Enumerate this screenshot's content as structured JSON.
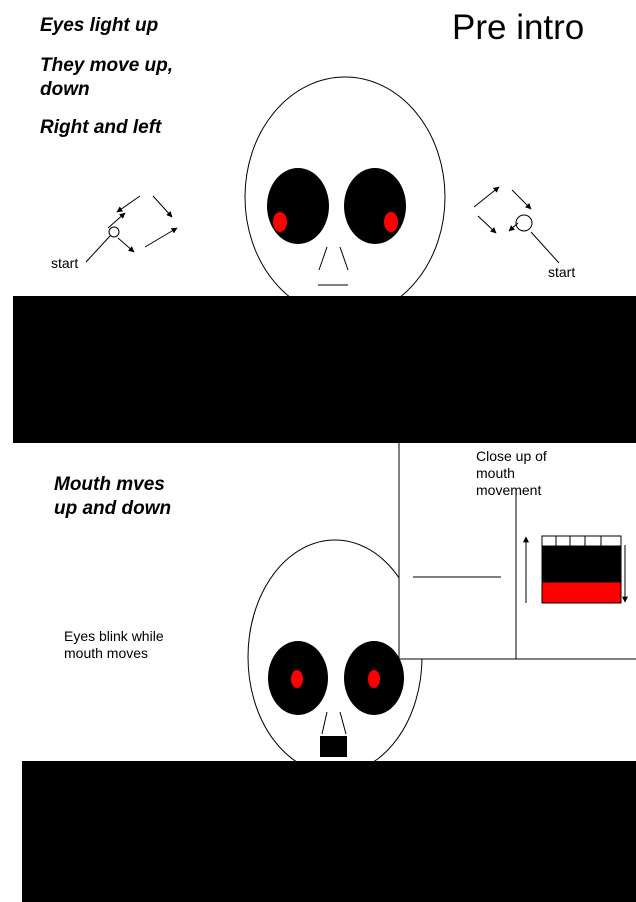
{
  "panel1": {
    "title": "Pre intro",
    "note_eyes_light": "Eyes light up",
    "note_move": "They move up,\ndown",
    "note_right_left": "Right and left",
    "start_left": "start",
    "start_right": "start"
  },
  "panel2": {
    "note_mouth": "Mouth mves\nup and down",
    "note_blink": "Eyes blink while\nmouth moves",
    "closeup_label": "Close up of\nmouth\nmovement"
  },
  "colors": {
    "background": "#ffffff",
    "ink": "#000000",
    "eye_glow": "#ff0000"
  }
}
